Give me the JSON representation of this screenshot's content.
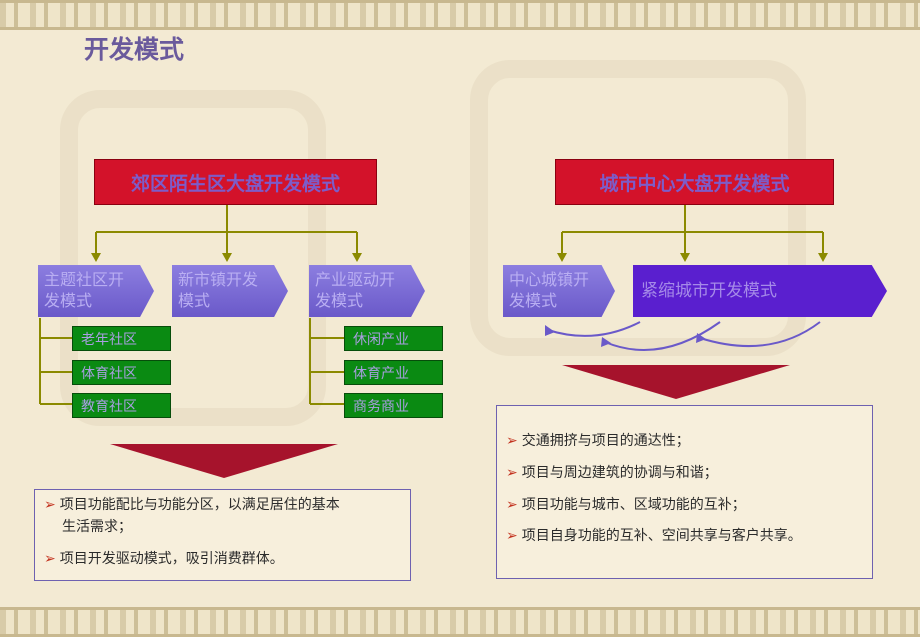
{
  "title": "开发模式",
  "left": {
    "header": "郊区陌生区大盘开发模式",
    "modes": [
      {
        "line1": "主题社区开",
        "line2": "发模式"
      },
      {
        "line1": "新市镇开发",
        "line2": "模式"
      },
      {
        "line1": "产业驱动开",
        "line2": "发模式"
      }
    ],
    "sub_left": [
      "老年社区",
      "体育社区",
      "教育社区"
    ],
    "sub_right": [
      "休闲产业",
      "体育产业",
      "商务商业"
    ],
    "bullets": [
      {
        "line1": "项目功能配比与功能分区，以满足居住的基本",
        "line2": "生活需求；"
      },
      {
        "line1": "项目开发驱动模式，吸引消费群体。",
        "line2": ""
      }
    ]
  },
  "right": {
    "header": "城市中心大盘开发模式",
    "mode_a": {
      "line1": "中心城镇开",
      "line2": "发模式"
    },
    "mode_b": "紧缩城市开发模式",
    "bullets": [
      "交通拥挤与项目的通达性；",
      "项目与周边建筑的协调与和谐；",
      "项目功能与城市、区域功能的互补；",
      "项目自身功能的互补、空间共享与客户共享。"
    ]
  },
  "colors": {
    "red": "#d3122a",
    "purple_arrow": "#7a6bd6",
    "green": "#0a8a12",
    "connector": "#8b8a00",
    "bullet_mark": "#c3321e"
  }
}
